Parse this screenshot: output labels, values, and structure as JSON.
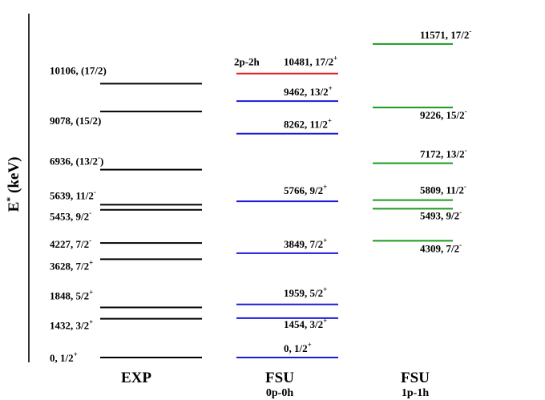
{
  "axis": {
    "label": "E",
    "label_sup": "*",
    "label_rest": " (keV)"
  },
  "columns": [
    {
      "id": "exp",
      "title": "EXP",
      "subtitle": ""
    },
    {
      "id": "fsu0",
      "title": "FSU",
      "subtitle": "0p-0h"
    },
    {
      "id": "fsu1",
      "title": "FSU",
      "subtitle": "1p-1h"
    }
  ],
  "colors": {
    "exp": "#000000",
    "fsu0": "#1a1adb",
    "fsu1": "#1a9a1a",
    "twop": "#e01a1a"
  },
  "group_label": "2p-2h",
  "levels": {
    "exp": [
      {
        "energy": 0,
        "text": "0, 1/2",
        "sup": "+"
      },
      {
        "energy": 1432,
        "text": "1432, 3/2",
        "sup": "+"
      },
      {
        "energy": 1848,
        "text": "1848, 5/2",
        "sup": "+"
      },
      {
        "energy": 3628,
        "text": "3628, 7/2",
        "sup": "+"
      },
      {
        "energy": 4227,
        "text": "4227, 7/2",
        "sup": "-"
      },
      {
        "energy": 5453,
        "text": "5453, 9/2",
        "sup": "-"
      },
      {
        "energy": 5639,
        "text": "5639, 11/2",
        "sup": "-"
      },
      {
        "energy": 6936,
        "text": "6936, (13/2",
        "sup": "-",
        "tail": ")"
      },
      {
        "energy": 9078,
        "text": "9078, (15/2)",
        "sup": ""
      },
      {
        "energy": 10106,
        "text": "10106, (17/2)",
        "sup": ""
      }
    ],
    "fsu0": [
      {
        "energy": 0,
        "text": "0, 1/2",
        "sup": "+"
      },
      {
        "energy": 1454,
        "text": "1454, 3/2",
        "sup": "+"
      },
      {
        "energy": 1959,
        "text": "1959, 5/2",
        "sup": "+"
      },
      {
        "energy": 3849,
        "text": "3849, 7/2",
        "sup": "+"
      },
      {
        "energy": 5766,
        "text": "5766, 9/2",
        "sup": "+"
      },
      {
        "energy": 8262,
        "text": "8262, 11/2",
        "sup": "+"
      },
      {
        "energy": 9462,
        "text": "9462, 13/2",
        "sup": "+"
      },
      {
        "energy": 10481,
        "text": "10481, 17/2",
        "sup": "+",
        "twop": true
      }
    ],
    "fsu1": [
      {
        "energy": 4309,
        "text": "4309, 7/2",
        "sup": "-"
      },
      {
        "energy": 5493,
        "text": "5493, 9/2",
        "sup": "-"
      },
      {
        "energy": 5809,
        "text": "5809, 11/2",
        "sup": "-"
      },
      {
        "energy": 7172,
        "text": "7172, 13/2",
        "sup": "-"
      },
      {
        "energy": 9226,
        "text": "9226, 15/2",
        "sup": "-"
      },
      {
        "energy": 11571,
        "text": "11571, 17/2",
        "sup": "-"
      }
    ]
  }
}
